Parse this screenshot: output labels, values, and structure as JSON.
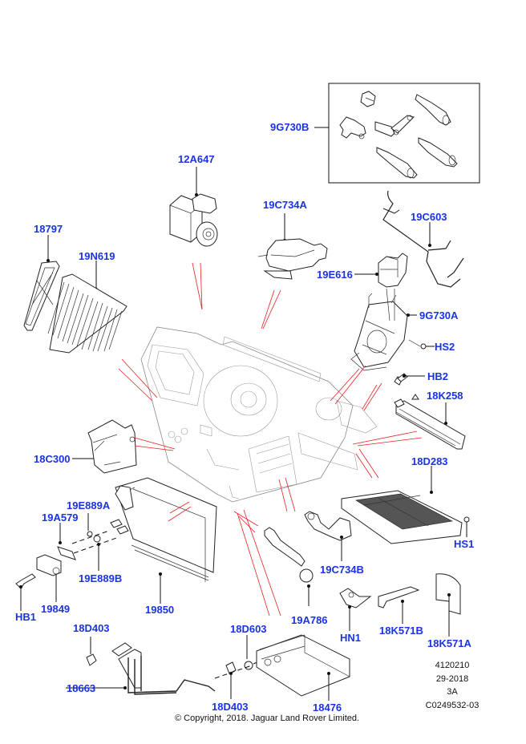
{
  "diagram": {
    "title": "Heater / HVAC Unit Parts Diagram",
    "accent_color": "#1a33e6",
    "pointer_color": "#e82020",
    "callouts": [
      {
        "id": "9G730B",
        "label": "9G730B"
      },
      {
        "id": "12A647",
        "label": "12A647"
      },
      {
        "id": "19C734A",
        "label": "19C734A"
      },
      {
        "id": "19C603",
        "label": "19C603"
      },
      {
        "id": "18797",
        "label": "18797"
      },
      {
        "id": "19N619",
        "label": "19N619"
      },
      {
        "id": "19E616",
        "label": "19E616"
      },
      {
        "id": "9G730A",
        "label": "9G730A"
      },
      {
        "id": "HS2",
        "label": "HS2"
      },
      {
        "id": "HB2",
        "label": "HB2"
      },
      {
        "id": "18K258",
        "label": "18K258"
      },
      {
        "id": "18C300",
        "label": "18C300"
      },
      {
        "id": "18D283",
        "label": "18D283"
      },
      {
        "id": "19E889A",
        "label": "19E889A"
      },
      {
        "id": "19A579",
        "label": "19A579"
      },
      {
        "id": "HS1",
        "label": "HS1"
      },
      {
        "id": "19E889B",
        "label": "19E889B"
      },
      {
        "id": "19C734B",
        "label": "19C734B"
      },
      {
        "id": "HB1",
        "label": "HB1"
      },
      {
        "id": "19849",
        "label": "19849"
      },
      {
        "id": "19850",
        "label": "19850"
      },
      {
        "id": "19A786",
        "label": "19A786"
      },
      {
        "id": "HN1",
        "label": "HN1"
      },
      {
        "id": "18K571B",
        "label": "18K571B"
      },
      {
        "id": "18K571A",
        "label": "18K571A"
      },
      {
        "id": "18D403_top",
        "label": "18D403"
      },
      {
        "id": "18D603",
        "label": "18D603"
      },
      {
        "id": "18663",
        "label": "18663"
      },
      {
        "id": "18D403_bottom",
        "label": "18D403"
      },
      {
        "id": "18476",
        "label": "18476"
      }
    ],
    "reference": {
      "illustration_number": "4120210",
      "year_code": "29-2018",
      "revision": "3A",
      "catalogue_code": "C0249532-03"
    },
    "copyright": "© Copyright, 2018. Jaguar Land Rover Limited."
  }
}
